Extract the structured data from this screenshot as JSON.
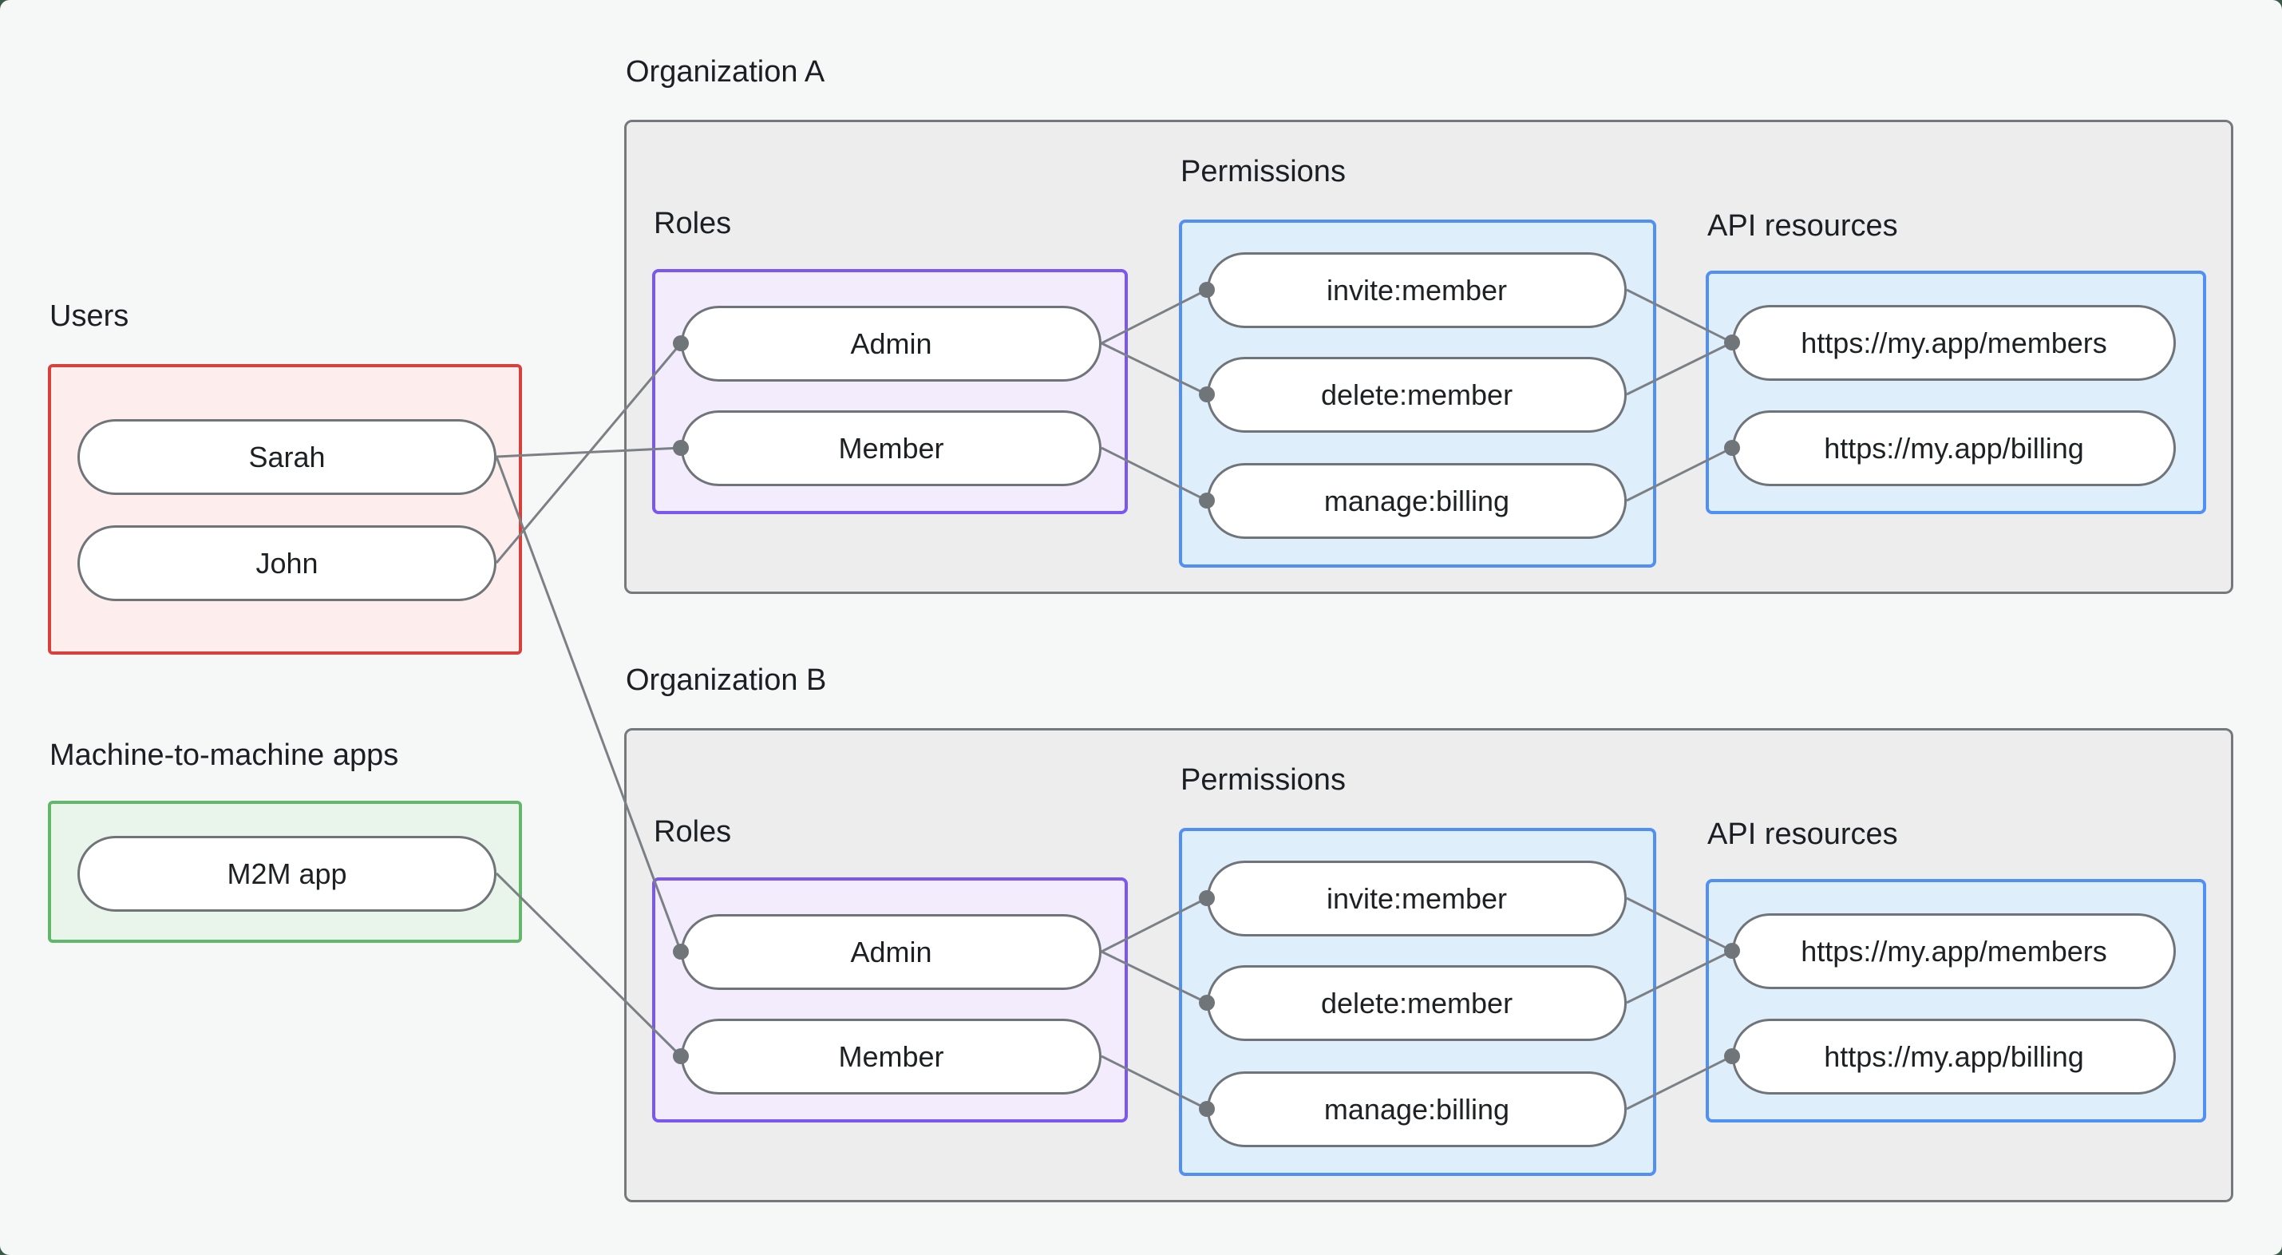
{
  "users_group": {
    "label": "Users",
    "nodes": [
      "Sarah",
      "John"
    ]
  },
  "m2m_group": {
    "label": "Machine-to-machine apps",
    "nodes": [
      "M2M app"
    ]
  },
  "org_a": {
    "label": "Organization A",
    "roles_label": "Roles",
    "permissions_label": "Permissions",
    "api_label": "API resources",
    "roles": [
      "Admin",
      "Member"
    ],
    "permissions": [
      "invite:member",
      "delete:member",
      "manage:billing"
    ],
    "api_resources": [
      "https://my.app/members",
      "https://my.app/billing"
    ]
  },
  "org_b": {
    "label": "Organization B",
    "roles_label": "Roles",
    "permissions_label": "Permissions",
    "api_label": "API resources",
    "roles": [
      "Admin",
      "Member"
    ],
    "permissions": [
      "invite:member",
      "delete:member",
      "manage:billing"
    ],
    "api_resources": [
      "https://my.app/members",
      "https://my.app/billing"
    ]
  },
  "edges": [
    {
      "from": "Sarah",
      "to": "Organization A · Member"
    },
    {
      "from": "John",
      "to": "Organization A · Admin"
    },
    {
      "from": "Sarah",
      "to": "Organization B · Admin"
    },
    {
      "from": "M2M app",
      "to": "Organization B · Member"
    },
    {
      "from": "Organization A · Admin",
      "to": "Organization A · invite:member"
    },
    {
      "from": "Organization A · Admin",
      "to": "Organization A · delete:member"
    },
    {
      "from": "Organization A · Member",
      "to": "Organization A · manage:billing"
    },
    {
      "from": "Organization A · invite:member",
      "to": "Organization A · https://my.app/members"
    },
    {
      "from": "Organization A · delete:member",
      "to": "Organization A · https://my.app/members"
    },
    {
      "from": "Organization A · manage:billing",
      "to": "Organization A · https://my.app/billing"
    },
    {
      "from": "Organization B · Admin",
      "to": "Organization B · invite:member"
    },
    {
      "from": "Organization B · Admin",
      "to": "Organization B · delete:member"
    },
    {
      "from": "Organization B · Member",
      "to": "Organization B · manage:billing"
    },
    {
      "from": "Organization B · invite:member",
      "to": "Organization B · https://my.app/members"
    },
    {
      "from": "Organization B · delete:member",
      "to": "Organization B · https://my.app/members"
    },
    {
      "from": "Organization B · manage:billing",
      "to": "Organization B · https://my.app/billing"
    }
  ],
  "colors": {
    "background": "#f6f8f7",
    "page_corner": "#3a5947",
    "org_box_fill": "#ededee",
    "org_box_border": "#75797b",
    "users_fill": "#fdeeed",
    "users_border": "#d9403c",
    "m2m_fill": "#e9f4ea",
    "m2m_border": "#62b76b",
    "roles_fill": "#f2ecfd",
    "roles_border": "#7b57f2",
    "permissions_api_fill": "#dfeefb",
    "permissions_api_border": "#4f8ff6",
    "pill_fill": "#ffffff",
    "pill_border": "#6f7478",
    "edge_line": "#7b8084",
    "text": "#1e2124"
  }
}
